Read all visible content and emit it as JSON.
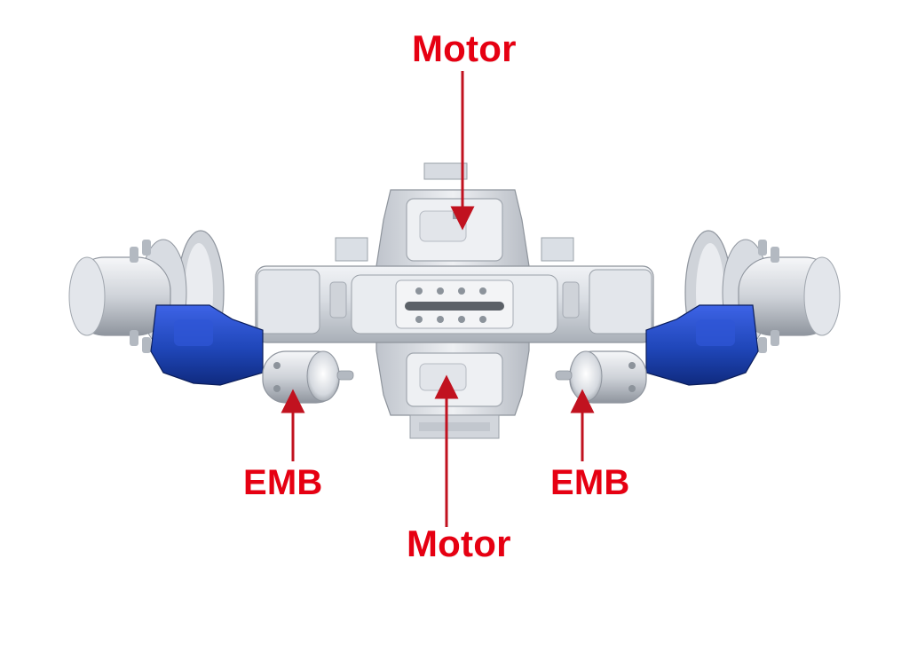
{
  "labels": {
    "motor_top": "Motor",
    "motor_bottom": "Motor",
    "emb_left": "EMB",
    "emb_right": "EMB"
  },
  "colors": {
    "label_red": "#e60012",
    "caliper_blue": "#1f46b8",
    "housing_gray": "#d9dce1",
    "shadow_gray": "#9aa0a8"
  }
}
